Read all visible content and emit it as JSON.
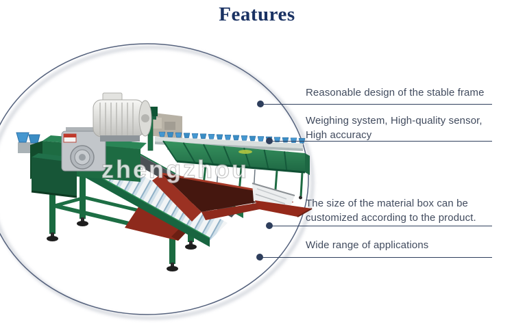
{
  "page": {
    "title": "Features"
  },
  "features": [
    {
      "lines": [
        "Reasonable design of the stable frame"
      ]
    },
    {
      "lines": [
        "Weighing system, High-quality sensor,",
        "High accuracy"
      ]
    },
    {
      "lines": [
        "The size of the material box can be",
        "customized according to the product."
      ]
    },
    {
      "lines": [
        "Wide range of applications"
      ]
    }
  ],
  "watermark": "zhengzhou",
  "colors": {
    "title_navy": "#1a3263",
    "feature_text": "#414b5e",
    "connector_navy": "#2e3e5c",
    "circle_outline": "#54617c",
    "machine_green": "#1d6b42",
    "chute_red": "#8e2a1c",
    "cup_blue": "#4597d0"
  }
}
